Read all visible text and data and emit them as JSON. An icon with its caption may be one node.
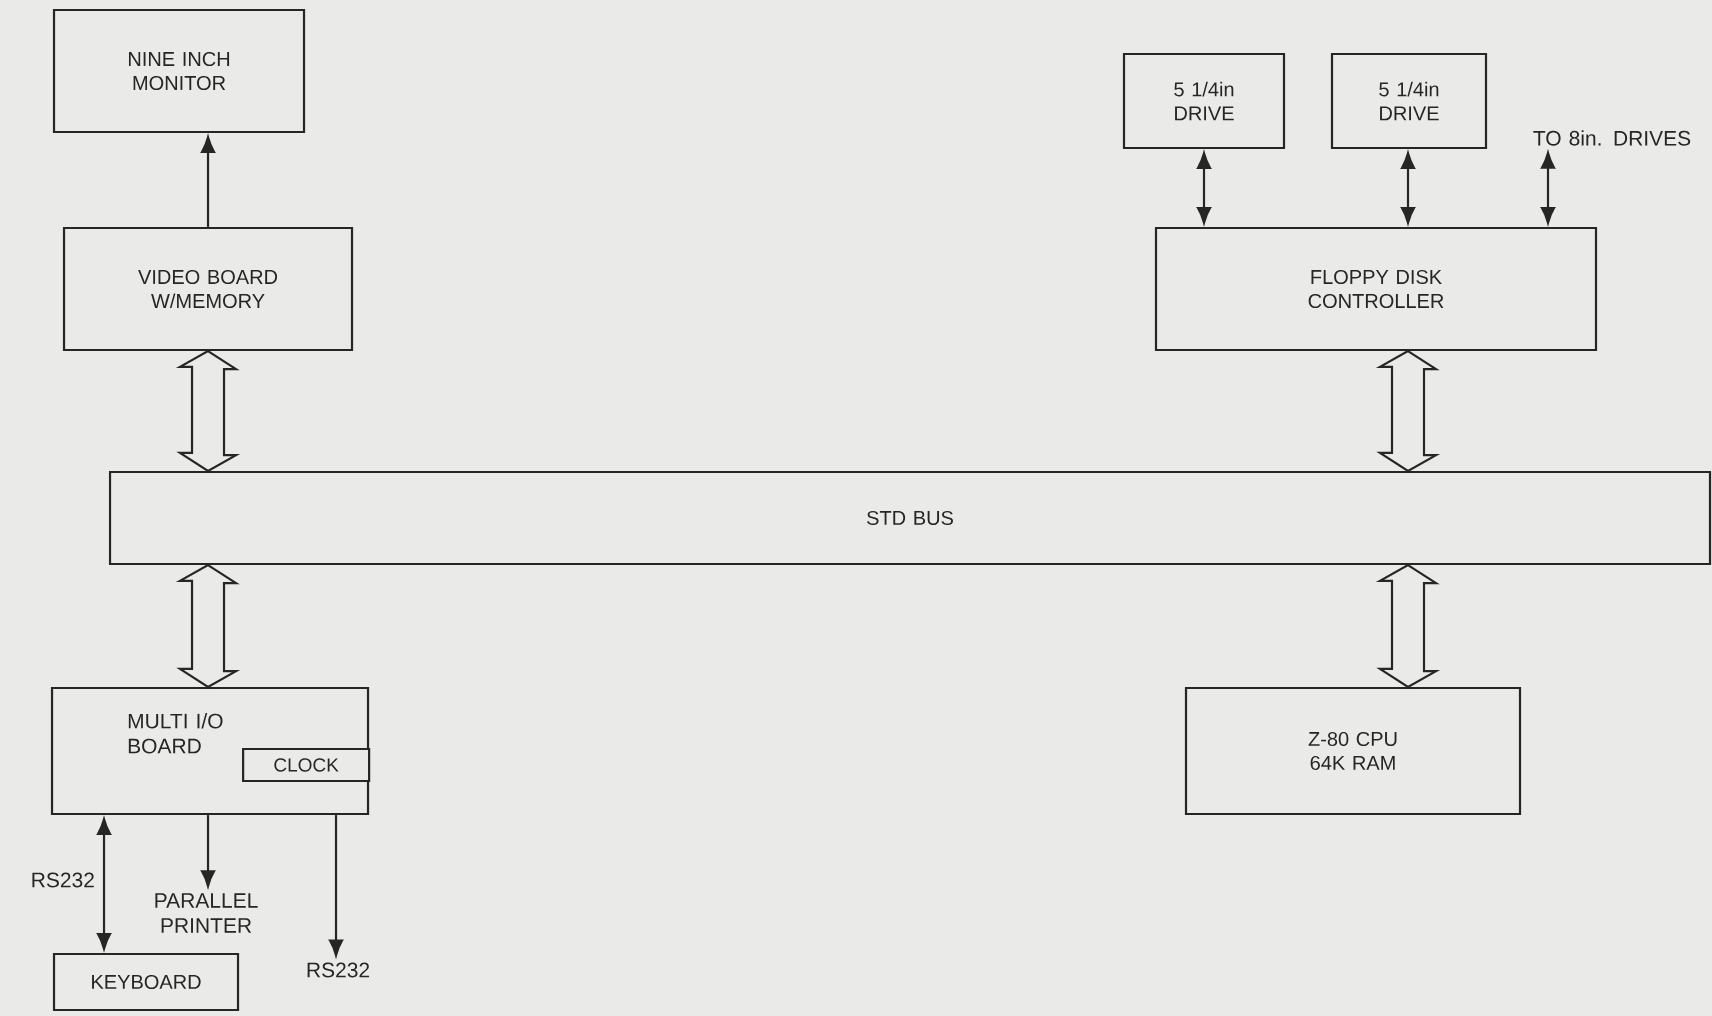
{
  "diagram": {
    "nodes": [
      {
        "text": [
          "NINE INCH MONITOR"
        ]
      },
      {
        "text": [
          "VIDEO BOARD W/MEMORY"
        ]
      },
      {
        "text": [
          "5 1/4in DRIVE"
        ]
      },
      {
        "text": [
          "5 1/4in DRIVE"
        ]
      },
      {
        "text": [
          "TO 8in. DRIVES"
        ]
      },
      {
        "text": [
          "FLOPPY DISK CONTROLLER"
        ]
      },
      {
        "text": [
          "STD BUS"
        ]
      },
      {
        "text": [
          "MULTI I/O BOARD"
        ]
      },
      {
        "text": [
          "CLOCK"
        ],
        "in": 7
      },
      {
        "text": [
          "Z-80 CPU 64K RAM"
        ]
      },
      {
        "text": [
          "PARALLEL PRINTER"
        ]
      },
      {
        "text": [
          "RS232"
        ]
      },
      {
        "text": [
          "KEYBOARD"
        ]
      }
    ],
    "edges": [
      {
        "from": 1,
        "to": 0,
        "arrow": "to"
      },
      {
        "from": 5,
        "to": 2,
        "arrow": "both"
      },
      {
        "from": 5,
        "to": 3,
        "arrow": "both"
      },
      {
        "from": 5,
        "to": 4,
        "arrow": "both"
      },
      {
        "from": 1,
        "to": 6,
        "arrow": "both",
        "style": "thick"
      },
      {
        "from": 5,
        "to": 6,
        "arrow": "both",
        "style": "thick"
      },
      {
        "from": 6,
        "to": 7,
        "arrow": "both",
        "style": "thick"
      },
      {
        "from": 6,
        "to": 9,
        "arrow": "both",
        "style": "thick"
      },
      {
        "from": 7,
        "to": 10,
        "arrow": "to"
      },
      {
        "from": 7,
        "to": 11,
        "arrow": "to"
      },
      {
        "from": 7,
        "to": 12,
        "label": "RS232",
        "arrow": "both"
      }
    ]
  }
}
